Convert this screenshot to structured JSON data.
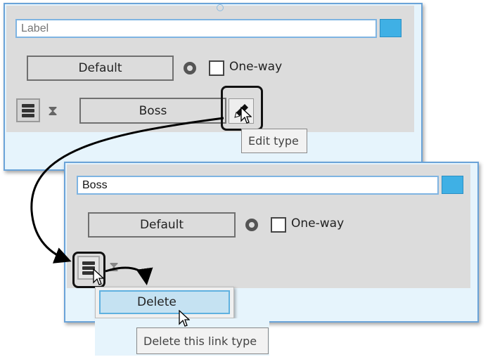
{
  "panel_top": {
    "label_placeholder": "Label",
    "default_button": "Default",
    "oneway_label": "One-way",
    "type_button": "Boss",
    "tooltip": "Edit type"
  },
  "panel_bottom": {
    "label_value": "Boss",
    "default_button": "Default",
    "oneway_label": "One-way",
    "menu_item": "Delete",
    "tooltip": "Delete this link type"
  },
  "colors": {
    "accent": "#3fb0e5",
    "menu_highlight": "#c5e2f2"
  }
}
